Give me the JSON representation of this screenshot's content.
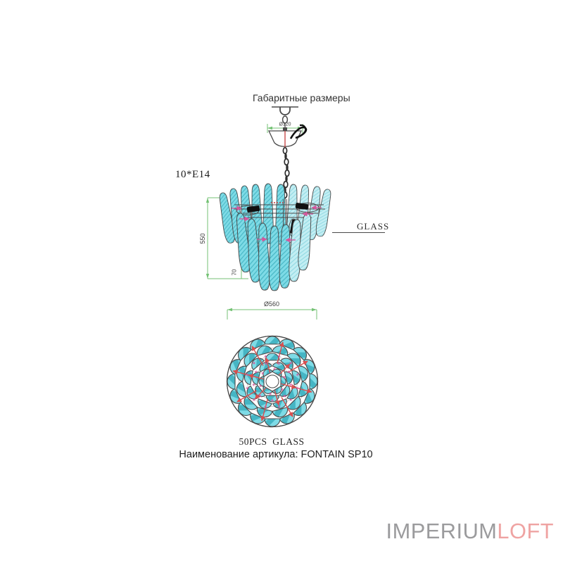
{
  "title": "Габаритные размеры",
  "side_view": {
    "lamp_spec": "10*E14",
    "glass_label": "GLASS",
    "dim_canopy_diameter": "Ø120",
    "dim_height": "550",
    "dim_drop_offset": "70"
  },
  "top_view": {
    "dim_diameter": "Ø560"
  },
  "footer": {
    "pcs_glass": "50PCS  GLASS",
    "article": "Наименование артикула: FONTAIN SP10"
  },
  "logo": {
    "imperium": "IMPERIUM",
    "loft": "LOFT"
  },
  "colors": {
    "dimension": "#74c274",
    "line": "#4a4a4a",
    "glass": "#7edbe6",
    "glass_light": "#c3eef3",
    "hatch": "#45b5c4",
    "hatch_light": "#8fd8e2",
    "arrow_pink": "#d4569b",
    "arrow_red": "#d94f4f",
    "wire_red": "#c23b3b",
    "logo_gray": "#9b9b9d",
    "logo_pink": "#efa3a2",
    "text": "#333333"
  }
}
